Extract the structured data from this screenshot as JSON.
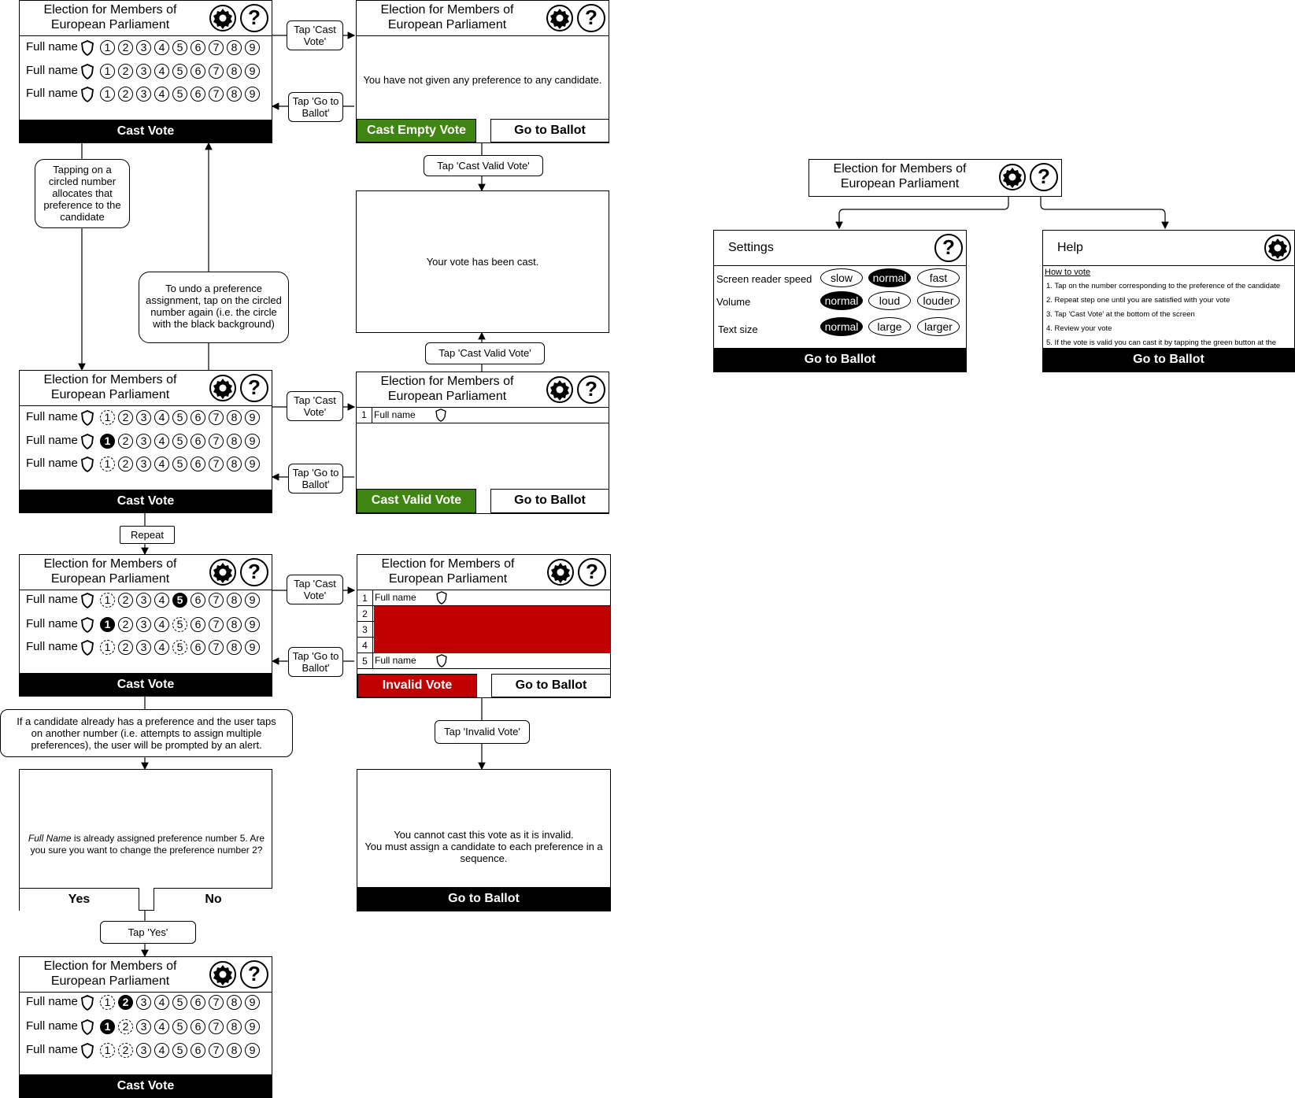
{
  "ballot": {
    "title_line1": "Election for Members of",
    "title_line2": "European Parliament",
    "candidate": "Full name",
    "numbers": [
      "1",
      "2",
      "3",
      "4",
      "5",
      "6",
      "7",
      "8",
      "9"
    ],
    "cast_vote": "Cast Vote"
  },
  "review": {
    "no_preference": "You have not given any preference to any candidate.",
    "cast_empty": "Cast Empty Vote",
    "cast_valid": "Cast Valid Vote",
    "invalid_vote": "Invalid Vote",
    "go_to_ballot": "Go to Ballot",
    "row_nums": [
      "1",
      "2",
      "3",
      "4",
      "5"
    ],
    "vote_cast": "Your vote has been cast.",
    "invalid_msg_line1": "You cannot cast this vote as it is invalid.",
    "invalid_msg_line2": "You must assign a candidate to each preference in a",
    "invalid_msg_line3": "sequence."
  },
  "alert": {
    "name": "Full Name",
    "text_line1_rest": " is already assigned preference number 5.  Are",
    "text_line2": "you sure you want to change the preference number 2?",
    "yes": "Yes",
    "no": "No"
  },
  "labels": {
    "tap_cast_vote_1": "Tap 'Cast",
    "tap_cast_vote_2": "Vote'",
    "tap_go_ballot_1": "Tap 'Go to",
    "tap_go_ballot_2": "Ballot'",
    "tap_cast_valid": "Tap 'Cast Valid Vote'",
    "tap_invalid": "Tap 'Invalid Vote'",
    "repeat": "Repeat",
    "tap_yes": "Tap 'Yes'",
    "tapping_note": [
      "Tapping on a",
      "circled number",
      "allocates that",
      "preference to the",
      "candidate"
    ],
    "undo_note": [
      "To undo a preference",
      "assignment, tap on the circled",
      "number again (i.e. the circle",
      "with the black background)"
    ],
    "alert_note": [
      "If a candidate already has a preference and the user taps",
      "on another number (i.e. attempts to assign multiple",
      "preferences), the user will be prompted by an alert."
    ]
  },
  "settings": {
    "title": "Settings",
    "screen_reader_speed": "Screen reader speed",
    "volume": "Volume",
    "text_size": "Text size",
    "speed_options": [
      "slow",
      "normal",
      "fast"
    ],
    "volume_options": [
      "normal",
      "loud",
      "louder"
    ],
    "size_options": [
      "normal",
      "large",
      "larger"
    ],
    "go_to_ballot": "Go to Ballot"
  },
  "help": {
    "title": "Help",
    "how_to_vote": "How to vote",
    "steps": [
      "1. Tap on the number corresponding to the preference of the candidate",
      "2. Repeat step one until you are satisfied with your vote",
      "3. Tap 'Cast Vote' at the bottom of the screen",
      "4. Review your vote",
      "5. If the vote is valid you can cast it by tapping the green button at the"
    ],
    "go_to_ballot": "Go to Ballot"
  },
  "colors": {
    "green": "#3f8511",
    "red": "#c00000",
    "black": "#000000"
  },
  "icons": [
    "gear-icon",
    "help-icon",
    "shield-icon"
  ]
}
